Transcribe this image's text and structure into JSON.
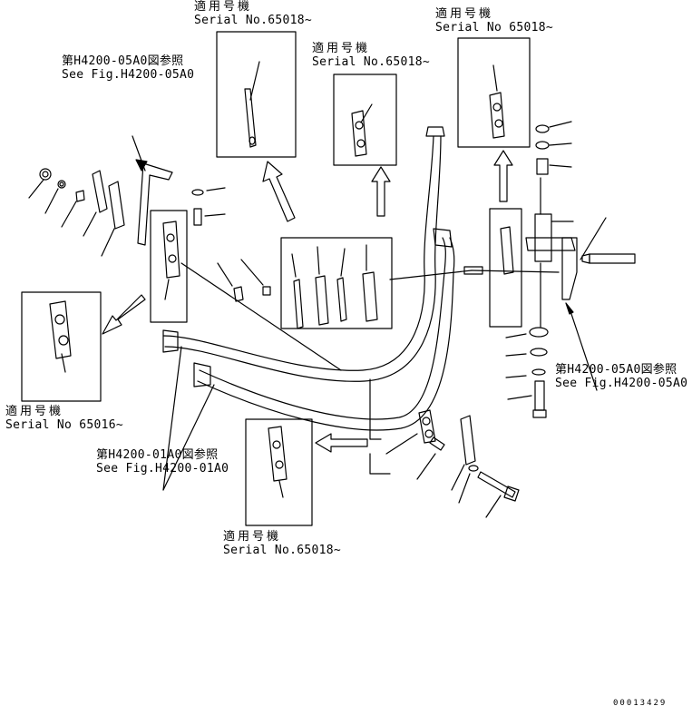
{
  "labels": {
    "top_center": {
      "jp": "適用号機",
      "en": "Serial No.65018~"
    },
    "top_middle": {
      "jp": "適用号機",
      "en": "Serial No.65018~"
    },
    "top_right": {
      "jp": "適用号機",
      "en": "Serial No 65018~"
    },
    "left_mid": {
      "jp": "適用号機",
      "en": "Serial No 65016~"
    },
    "bottom_center": {
      "jp": "適用号機",
      "en": "Serial No.65018~"
    },
    "ref_05a0_left": {
      "jp": "第H4200-05A0図参照",
      "en": "See Fig.H4200-05A0"
    },
    "ref_05a0_right": {
      "jp": "第H4200-05A0図参照",
      "en": "See Fig.H4200-05A0"
    },
    "ref_01a0": {
      "jp": "第H4200-01A0図参照",
      "en": "See Fig.H4200-01A0"
    }
  },
  "drawing_code": "00013429"
}
